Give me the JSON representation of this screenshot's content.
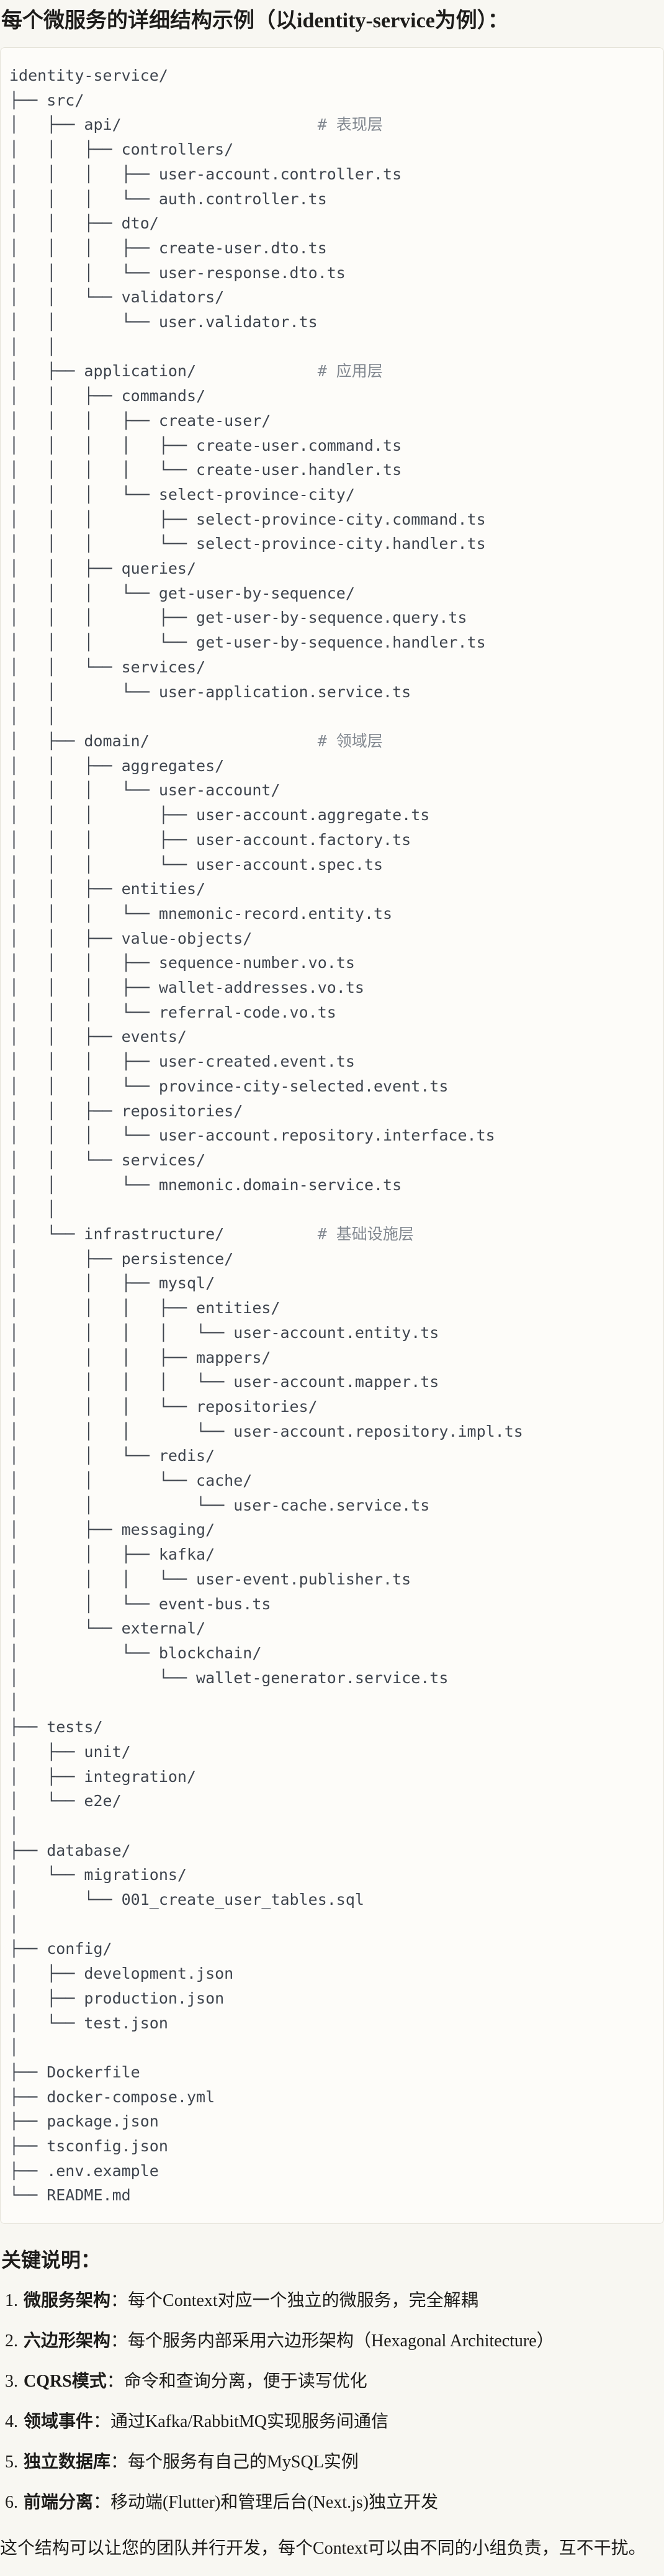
{
  "title": "每个微服务的详细结构示例（以identity-service为例）：",
  "section_heading": "关键说明：",
  "closing_note": "这个结构可以让您的团队并行开发，每个Context可以由不同的小组负责，互不干扰。",
  "colors": {
    "page_bg": "#F8F7F2",
    "code_bg": "#FDFCF9",
    "code_border": "#E5E3D9",
    "code_text": "#3F454E",
    "comment_text": "#81878F",
    "body_text": "#1D1C1A"
  },
  "tree": [
    [
      "identity-service/",
      ""
    ],
    [
      "├── src/",
      ""
    ],
    [
      "│   ├── api/                     ",
      "# 表现层"
    ],
    [
      "│   │   ├── controllers/",
      ""
    ],
    [
      "│   │   │   ├── user-account.controller.ts",
      ""
    ],
    [
      "│   │   │   └── auth.controller.ts",
      ""
    ],
    [
      "│   │   ├── dto/",
      ""
    ],
    [
      "│   │   │   ├── create-user.dto.ts",
      ""
    ],
    [
      "│   │   │   └── user-response.dto.ts",
      ""
    ],
    [
      "│   │   └── validators/",
      ""
    ],
    [
      "│   │       └── user.validator.ts",
      ""
    ],
    [
      "│   │",
      ""
    ],
    [
      "│   ├── application/             ",
      "# 应用层"
    ],
    [
      "│   │   ├── commands/",
      ""
    ],
    [
      "│   │   │   ├── create-user/",
      ""
    ],
    [
      "│   │   │   │   ├── create-user.command.ts",
      ""
    ],
    [
      "│   │   │   │   └── create-user.handler.ts",
      ""
    ],
    [
      "│   │   │   └── select-province-city/",
      ""
    ],
    [
      "│   │   │       ├── select-province-city.command.ts",
      ""
    ],
    [
      "│   │   │       └── select-province-city.handler.ts",
      ""
    ],
    [
      "│   │   ├── queries/",
      ""
    ],
    [
      "│   │   │   └── get-user-by-sequence/",
      ""
    ],
    [
      "│   │   │       ├── get-user-by-sequence.query.ts",
      ""
    ],
    [
      "│   │   │       └── get-user-by-sequence.handler.ts",
      ""
    ],
    [
      "│   │   └── services/",
      ""
    ],
    [
      "│   │       └── user-application.service.ts",
      ""
    ],
    [
      "│   │",
      ""
    ],
    [
      "│   ├── domain/                  ",
      "# 领域层"
    ],
    [
      "│   │   ├── aggregates/",
      ""
    ],
    [
      "│   │   │   └── user-account/",
      ""
    ],
    [
      "│   │   │       ├── user-account.aggregate.ts",
      ""
    ],
    [
      "│   │   │       ├── user-account.factory.ts",
      ""
    ],
    [
      "│   │   │       └── user-account.spec.ts",
      ""
    ],
    [
      "│   │   ├── entities/",
      ""
    ],
    [
      "│   │   │   └── mnemonic-record.entity.ts",
      ""
    ],
    [
      "│   │   ├── value-objects/",
      ""
    ],
    [
      "│   │   │   ├── sequence-number.vo.ts",
      ""
    ],
    [
      "│   │   │   ├── wallet-addresses.vo.ts",
      ""
    ],
    [
      "│   │   │   └── referral-code.vo.ts",
      ""
    ],
    [
      "│   │   ├── events/",
      ""
    ],
    [
      "│   │   │   ├── user-created.event.ts",
      ""
    ],
    [
      "│   │   │   └── province-city-selected.event.ts",
      ""
    ],
    [
      "│   │   ├── repositories/",
      ""
    ],
    [
      "│   │   │   └── user-account.repository.interface.ts",
      ""
    ],
    [
      "│   │   └── services/",
      ""
    ],
    [
      "│   │       └── mnemonic.domain-service.ts",
      ""
    ],
    [
      "│   │",
      ""
    ],
    [
      "│   └── infrastructure/          ",
      "# 基础设施层"
    ],
    [
      "│       ├── persistence/",
      ""
    ],
    [
      "│       │   ├── mysql/",
      ""
    ],
    [
      "│       │   │   ├── entities/",
      ""
    ],
    [
      "│       │   │   │   └── user-account.entity.ts",
      ""
    ],
    [
      "│       │   │   ├── mappers/",
      ""
    ],
    [
      "│       │   │   │   └── user-account.mapper.ts",
      ""
    ],
    [
      "│       │   │   └── repositories/",
      ""
    ],
    [
      "│       │   │       └── user-account.repository.impl.ts",
      ""
    ],
    [
      "│       │   └── redis/",
      ""
    ],
    [
      "│       │       └── cache/",
      ""
    ],
    [
      "│       │           └── user-cache.service.ts",
      ""
    ],
    [
      "│       ├── messaging/",
      ""
    ],
    [
      "│       │   ├── kafka/",
      ""
    ],
    [
      "│       │   │   └── user-event.publisher.ts",
      ""
    ],
    [
      "│       │   └── event-bus.ts",
      ""
    ],
    [
      "│       └── external/",
      ""
    ],
    [
      "│           └── blockchain/",
      ""
    ],
    [
      "│               └── wallet-generator.service.ts",
      ""
    ],
    [
      "│",
      ""
    ],
    [
      "├── tests/",
      ""
    ],
    [
      "│   ├── unit/",
      ""
    ],
    [
      "│   ├── integration/",
      ""
    ],
    [
      "│   └── e2e/",
      ""
    ],
    [
      "│",
      ""
    ],
    [
      "├── database/",
      ""
    ],
    [
      "│   └── migrations/",
      ""
    ],
    [
      "│       └── 001_create_user_tables.sql",
      ""
    ],
    [
      "│",
      ""
    ],
    [
      "├── config/",
      ""
    ],
    [
      "│   ├── development.json",
      ""
    ],
    [
      "│   ├── production.json",
      ""
    ],
    [
      "│   └── test.json",
      ""
    ],
    [
      "│",
      ""
    ],
    [
      "├── Dockerfile",
      ""
    ],
    [
      "├── docker-compose.yml",
      ""
    ],
    [
      "├── package.json",
      ""
    ],
    [
      "├── tsconfig.json",
      ""
    ],
    [
      "├── .env.example",
      ""
    ],
    [
      "└── README.md",
      ""
    ]
  ],
  "notes": [
    {
      "num": "1.",
      "label": "微服务架构",
      "text": "：每个Context对应一个独立的微服务，完全解耦"
    },
    {
      "num": "2.",
      "label": "六边形架构",
      "text": "：每个服务内部采用六边形架构（Hexagonal Architecture）"
    },
    {
      "num": "3.",
      "label": "CQRS模式",
      "text": "：命令和查询分离，便于读写优化"
    },
    {
      "num": "4.",
      "label": "领域事件",
      "text": "：通过Kafka/RabbitMQ实现服务间通信"
    },
    {
      "num": "5.",
      "label": "独立数据库",
      "text": "：每个服务有自己的MySQL实例"
    },
    {
      "num": "6.",
      "label": "前端分离",
      "text": "：移动端(Flutter)和管理后台(Next.js)独立开发"
    }
  ]
}
